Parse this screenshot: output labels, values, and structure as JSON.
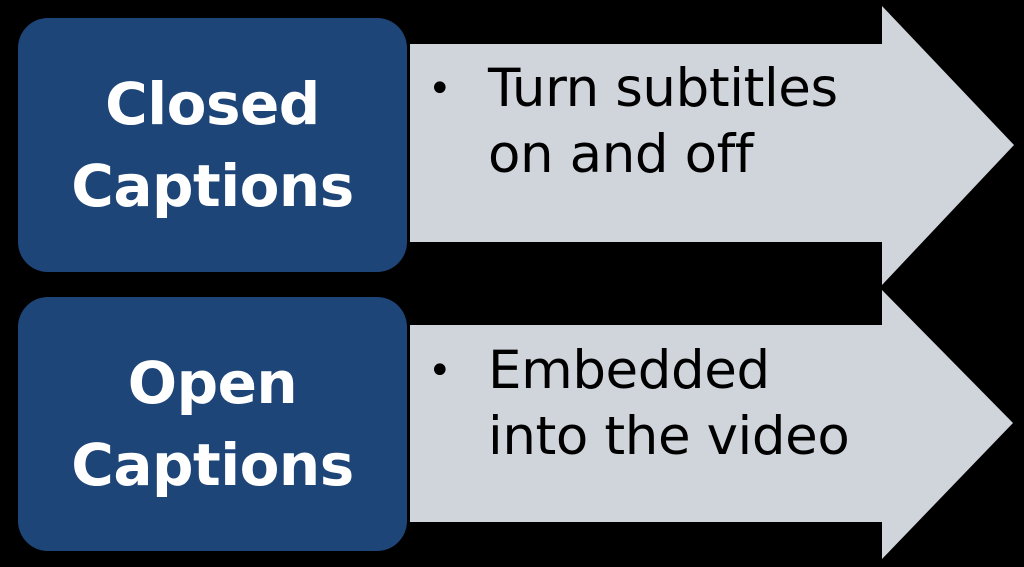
{
  "diagram": {
    "type": "two-row-arrow-comparison",
    "background_color": "#000000",
    "accent_color": "#1E4578",
    "arrow_color": "#D0D4DB",
    "text_color_on_accent": "#FFFFFF",
    "text_color_on_arrow": "#000000",
    "bullet_glyph": "•",
    "rows": [
      {
        "label_lines": [
          "Closed",
          "Captions"
        ],
        "bullet_lines": [
          "Turn subtitles",
          "on and off"
        ],
        "bullet_text": "Turn subtitles on and off"
      },
      {
        "label_lines": [
          "Open",
          "Captions"
        ],
        "bullet_lines": [
          "Embedded",
          "into the video"
        ],
        "bullet_text": "Embedded into the video"
      }
    ]
  }
}
